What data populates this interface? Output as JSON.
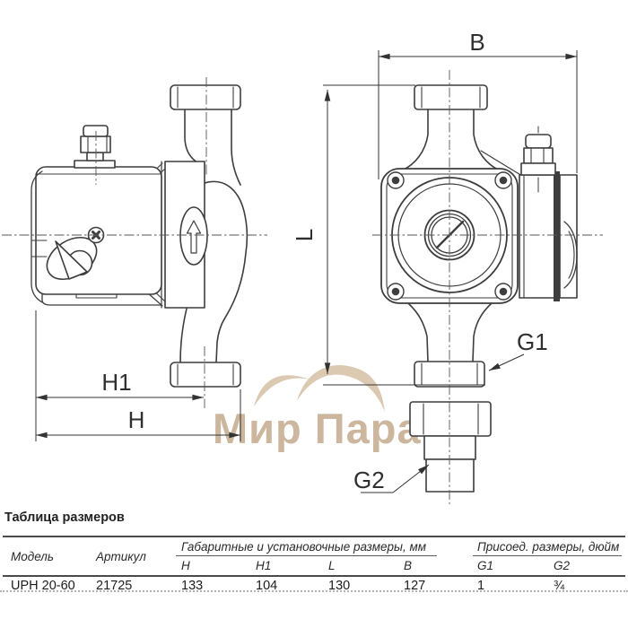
{
  "drawing": {
    "dim_h1": "H1",
    "dim_h": "H",
    "dim_b": "B",
    "dim_l": "L",
    "dim_g1": "G1",
    "dim_g2": "G2",
    "line_color": "#3d3d3d"
  },
  "watermark": {
    "text": "Мир Пара",
    "color": "#ccb69e"
  },
  "table": {
    "title": "Таблица размеров",
    "col_model": "Модель",
    "col_article": "Артикул",
    "group_dims": "Габаритные и установочные размеры, мм",
    "group_conn": "Присоед. размеры, дюйм",
    "sub_h": "H",
    "sub_h1": "H1",
    "sub_l": "L",
    "sub_b": "B",
    "sub_g1": "G1",
    "sub_g2": "G2",
    "row": {
      "model": "UPH 20-60",
      "article": "21725",
      "h": "133",
      "h1": "104",
      "l": "130",
      "b": "127",
      "g1": "1",
      "g2": "¾"
    }
  }
}
